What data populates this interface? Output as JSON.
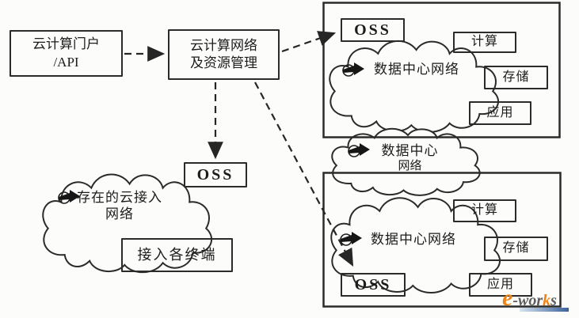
{
  "boxes": {
    "portal": {
      "line1": "云计算门户",
      "line2": "/API"
    },
    "mgmt": {
      "line1": "云计算网络",
      "line2": "及资源管理"
    },
    "oss_top": "OSS",
    "oss_left": "OSS",
    "oss_bottom": "OSS",
    "compute_top": "计算",
    "storage_top": "存储",
    "app_top": "应用",
    "compute_bottom": "计算",
    "storage_bottom": "存储",
    "app_bottom": "应用",
    "terminals": "接入各终端"
  },
  "clouds": {
    "dc_top": "数据中心网络",
    "dc_mid_line1": "数据中心",
    "dc_mid_line2": "网络",
    "dc_bottom": "数据中心网络",
    "access_line1": "存在的云接入",
    "access_line2": "网络"
  },
  "watermark": {
    "e": "e",
    "part1": "-wor",
    "part2": "k",
    "part3": "s"
  },
  "colors": {
    "ink": "#2b2b2b",
    "paper": "#fcfcfa",
    "watermark_orange": "#ef8315",
    "watermark_gray": "#5d5d5d",
    "watermark_blue": "#39629c"
  }
}
